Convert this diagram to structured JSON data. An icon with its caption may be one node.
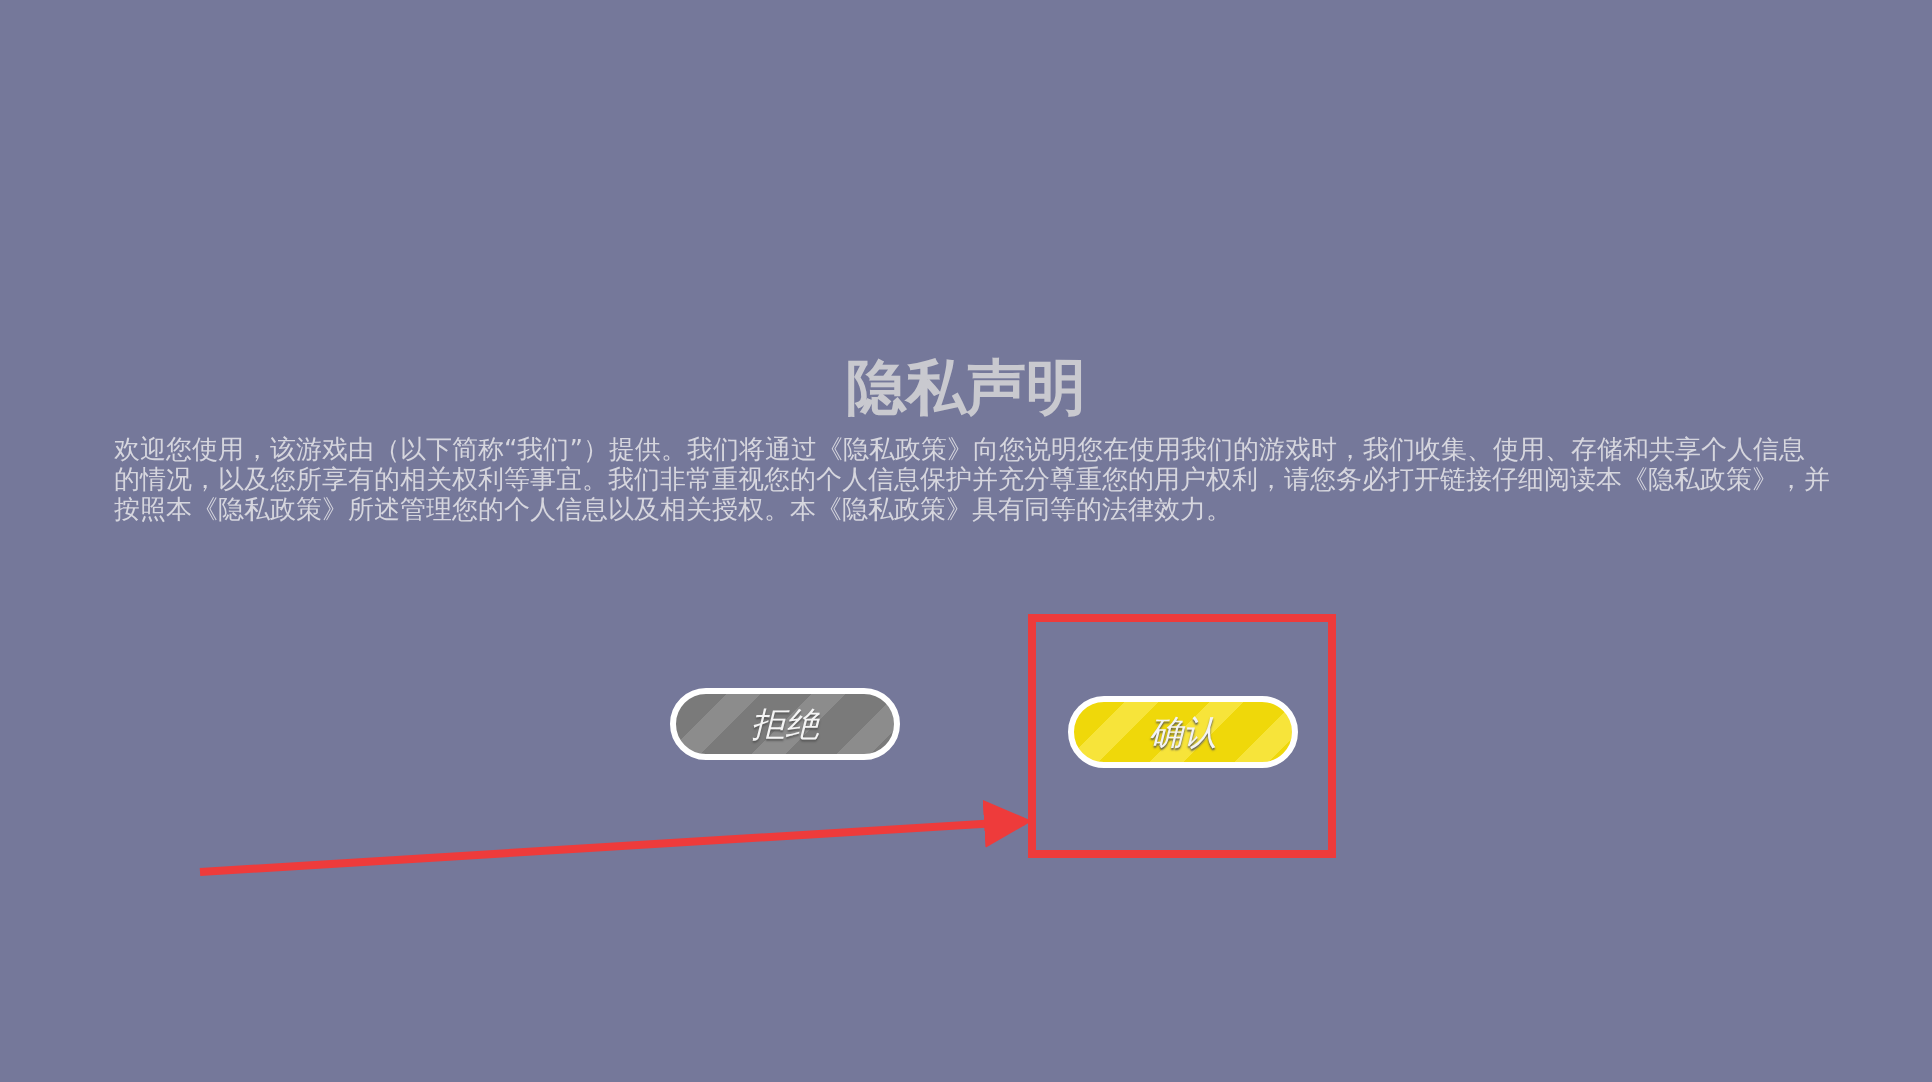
{
  "diagram": {
    "title": "隐私声明",
    "nodes": [
      {
        "text": [
          "拒绝"
        ]
      },
      {
        "text": [],
        "shape": "box"
      },
      {
        "text": [
          "确认"
        ],
        "in": 1
      }
    ],
    "edges": [
      {
        "from": null,
        "to": 1,
        "arrow": "to",
        "color": "#ee3b3b"
      }
    ],
    "labels": [
      "欢迎您使用，该游戏由（以下简称“我们”）提供。我们将通过《隐私政策》向您说明您在使用我们的游戏时，我们收集、使用、存储和共享个人信息的情况，以及您所享有的相关权利等事宜。我们非常重视您的个人信息保护并充分尊重您的用户权利，请您务必打开链接仔细阅读本《隐私政策》，并按照本《隐私政策》所述管理您的个人信息以及相关授权。本《隐私政策》具有同等的法律效力。"
    ]
  }
}
